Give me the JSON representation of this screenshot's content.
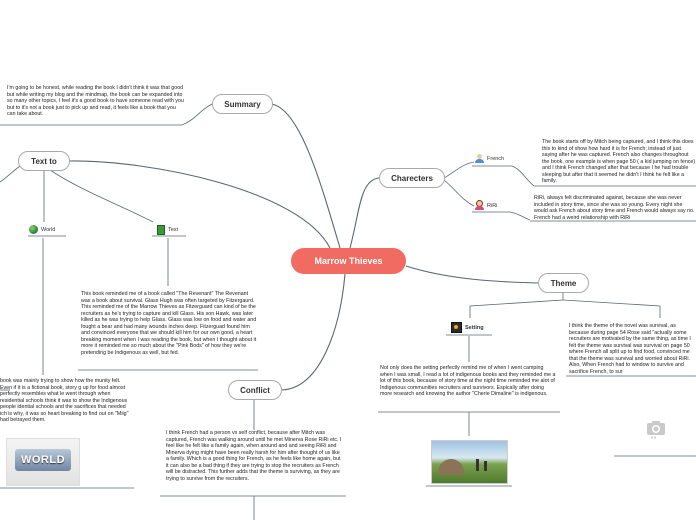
{
  "central": {
    "label": "Marrow Thieves"
  },
  "topics": {
    "summary": "Summary",
    "text_to": "Text to",
    "charecters": "Charecters",
    "theme": "Theme",
    "conflict": "Conflict"
  },
  "subtopics": {
    "world": "World",
    "text": "Text",
    "french": "French",
    "riri": "RiRi",
    "setting": "Setting"
  },
  "notes": {
    "summary": "I'm going to be honest, while reading the book I didn't think it was that good but while writing my blog and the mindmap, the book can be expanded into so many other topics, I feel it's a good book to have someone read with you but to it's not a book just to pick up and read, it feels like a book that you can take about.",
    "text": "This book reminded me of a book called \"The Revenant\" The Revenant was a book about survival. Glass Hugh was often targeted by Fitzergaurd. This reminded me of the Marrow Thieves as Fitzerguard can kind of be the recruiters as he's trying to capture and kill Glass. His son Hawk, was later killed as he was trying to help Glass. Glass was low on food and water and fought a bear and had many wounds inches deep. Fitzerguad found him and convinced everyone that we should kill him for our own good, a heart breaking moment when I was reading the book, but when I thought about it more it reminded me so much about the \"Pink Bods\" of how they we're pretending be Indigenous as well, but fed.",
    "world": "book was mainly trying to show how the munity felt. Even if it is a fictional book, story g up for food almost perfectly resembles what le went through when residential schools think it was to show the Indigenous people idential schools and the sacrifices that needed ich is why, it was so heart breaking to find out on \"Miig\" had betrayed them.",
    "french": "The book starts off by Mitch being captured, and I think this does this to kind of show how hard it is for French; instead of just saying after he was captured. French also changes throughout the book, one example is when page 50 ( a kid jumping on fence) and I think French changed after that because I he had trouble sleeping but after that it seemed he didn't I think he felt like a family.",
    "riri": "RiRi, always felt discriminated against, because she was never included in story time, since she was so young. Every night she would ask French about story time and French would always say no. French had a weird relationship with RiRi",
    "theme": "I think the theme of the novel was survival, as because during page 54 Rose said \"actually some recruiters are motivated by the same thing, as time I felt the theme was survival was survival on page 50 where French all split up to find food, convinced me that the theme was survival and worried about RiRi. Also, When French had to window to survive and sacrifice French, to sur",
    "setting": "Not only does the setting perfectly remind me of when I went camping when I was small, I read a lot of indigenous books and they reminded me a lot of this book, because of story time at the night time reminded me alot of Indigenous communities recruiters and survivors. Espically after doing more research and knowing the author \"Cherie Dimaline\" is indigenous.",
    "conflict": "I think French had a person vs self conflict, because after Mitch was captured, French was walking around until he met Minerva Rose RiRi etc. I feel like he felt like a family again, when around and and seeing RiRi and Minerva dying might have been really harsh for him after thought of us like a family. Which is a good thing for French, as he feels like home again, but it can also be a bad thing if they are trying to stop the recruiters as French will be distracted. This further adds that the theme is surviving, as they are trying to survive from the recruiters."
  },
  "images": {
    "world_logo_text": "WORLD"
  },
  "colors": {
    "central": "#f26b63",
    "line": "#5a6672"
  }
}
